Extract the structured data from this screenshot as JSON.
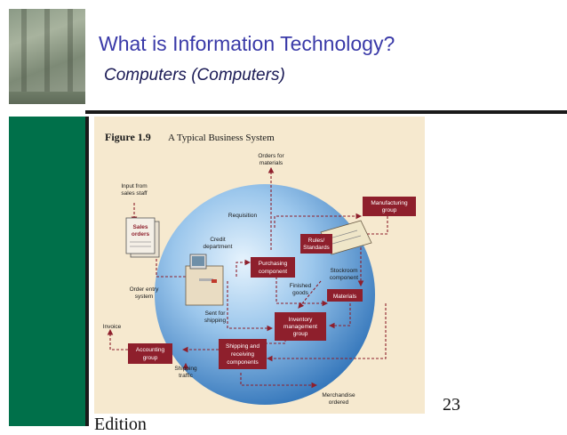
{
  "slide": {
    "title": "What is Information Technology?",
    "subtitle": "Computers (Computers)",
    "page_number": "23",
    "footer_fragment": "Edition"
  },
  "figure": {
    "number": "Figure 1.9",
    "caption": "A Typical Business System",
    "labels": {
      "orders_materials": [
        "Orders for",
        "materials"
      ],
      "input_sales": [
        "Input from",
        "sales staff"
      ],
      "sales_orders": [
        "Sales",
        "orders"
      ],
      "requisition": "Requisition",
      "credit_dept": [
        "Credit",
        "department"
      ],
      "manufacturing": [
        "Manufacturing",
        "group"
      ],
      "rules": [
        "Rules/",
        "Standards"
      ],
      "purchasing": [
        "Purchasing",
        "component"
      ],
      "stockroom": [
        "Stockroom",
        "component"
      ],
      "finished_goods": [
        "Finished",
        "goods"
      ],
      "order_entry": [
        "Order entry",
        "system"
      ],
      "materials": "Materials",
      "sent_shipping": [
        "Sent for",
        "shipping"
      ],
      "inventory": [
        "Inventory",
        "management",
        "group"
      ],
      "invoice": "Invoice",
      "accounting": [
        "Accounting",
        "group"
      ],
      "shipping_receiving": [
        "Shipping and",
        "receiving",
        "components"
      ],
      "shipping_traffic": [
        "Shipping",
        "traffic"
      ],
      "merchandise": [
        "Merchandise",
        "ordered"
      ]
    },
    "colors": {
      "box": "#8e1f2c",
      "arrow": "#8e1f2c",
      "sphere_light": "#d8ecfb",
      "sphere_dark": "#2f72b8",
      "background": "#f6e9cf"
    }
  }
}
